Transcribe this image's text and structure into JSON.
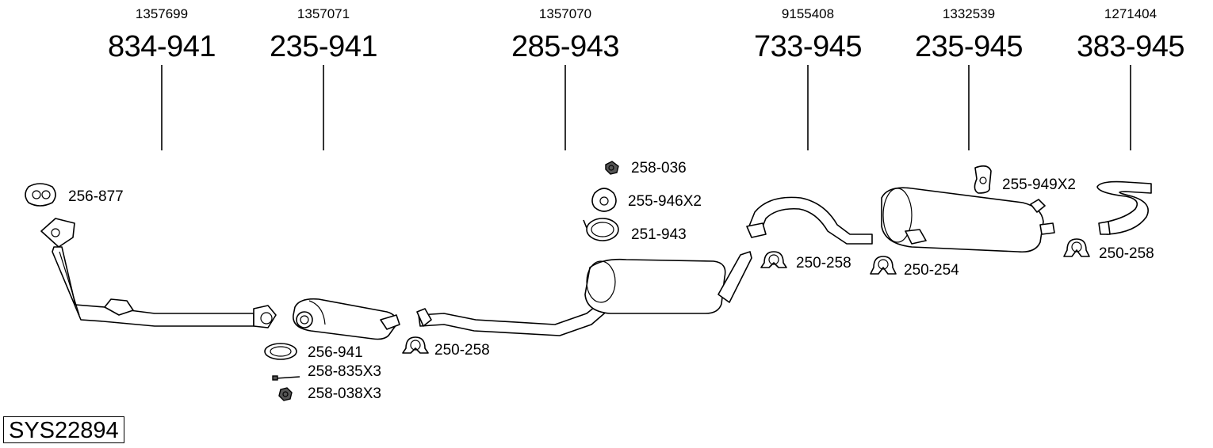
{
  "system": {
    "code": "SYS22894"
  },
  "columns": [
    {
      "oe": "1357699",
      "part": "834-941"
    },
    {
      "oe": "1357071",
      "part": "235-941"
    },
    {
      "oe": "1357070",
      "part": "285-943"
    },
    {
      "oe": "9155408",
      "part": "733-945"
    },
    {
      "oe": "1332539",
      "part": "235-945"
    },
    {
      "oe": "1271404",
      "part": "383-945"
    }
  ],
  "accessories": [
    {
      "code": "256-877",
      "icon": "gasket-icon"
    },
    {
      "code": "256-941",
      "icon": "ring-gasket-icon"
    },
    {
      "code": "258-835X3",
      "icon": "bolt-icon"
    },
    {
      "code": "258-038X3",
      "icon": "nut-icon"
    },
    {
      "code": "250-258",
      "icon": "clamp-icon"
    },
    {
      "code": "258-036",
      "icon": "nut-icon"
    },
    {
      "code": "255-946X2",
      "icon": "rubber-hanger-icon"
    },
    {
      "code": "251-943",
      "icon": "band-clamp-icon"
    },
    {
      "code": "250-258",
      "icon": "clamp-icon"
    },
    {
      "code": "250-254",
      "icon": "clamp-icon"
    },
    {
      "code": "255-949X2",
      "icon": "rubber-hanger-icon"
    },
    {
      "code": "250-258",
      "icon": "clamp-icon"
    }
  ]
}
